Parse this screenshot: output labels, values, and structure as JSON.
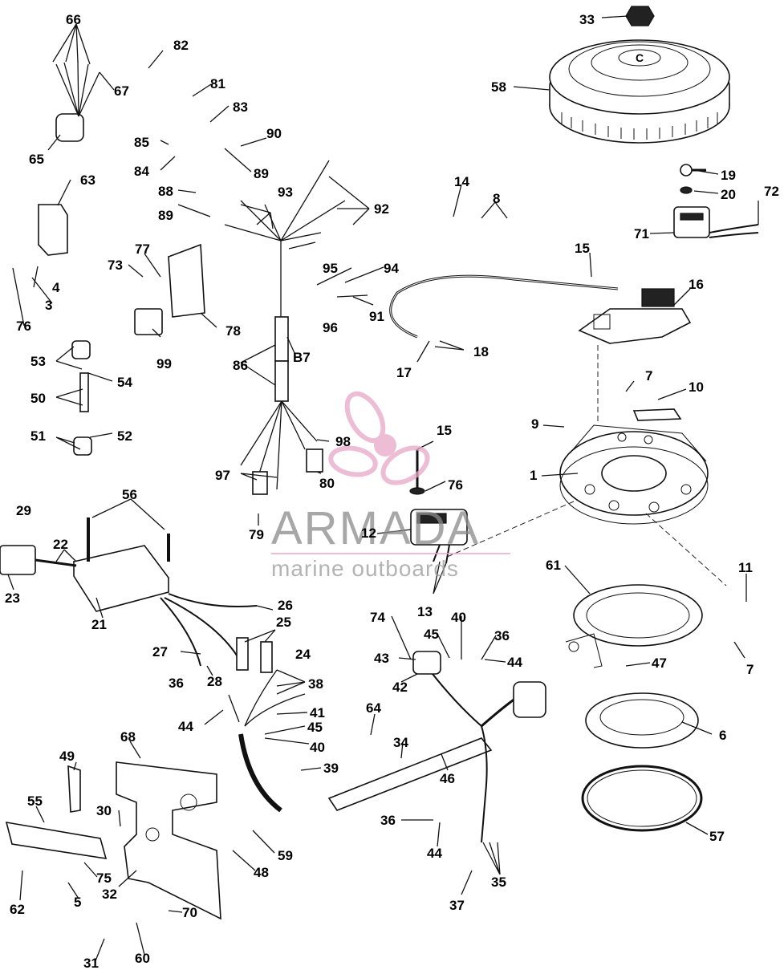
{
  "watermark": {
    "brand": "ARMADA",
    "tagline": "marine outboards",
    "accent": "#e8a7c8"
  },
  "labels": {
    "p1": "1",
    "p3": "3",
    "p4": "4",
    "p5": "5",
    "p6": "6",
    "p7a": "7",
    "p7b": "7",
    "p8": "8",
    "p9": "9",
    "p10": "10",
    "p11": "11",
    "p12": "12",
    "p13": "13",
    "p14": "14",
    "p15a": "15",
    "p15b": "15",
    "p16": "16",
    "p17": "17",
    "p18": "18",
    "p19": "19",
    "p20": "20",
    "p21": "21",
    "p22": "22",
    "p23": "23",
    "p24": "24",
    "p25": "25",
    "p26": "26",
    "p27": "27",
    "p28": "28",
    "p29": "29",
    "p30": "30",
    "p31": "31",
    "p32": "32",
    "p33": "33",
    "p34": "34",
    "p35": "35",
    "p36a": "36",
    "p36b": "36",
    "p36c": "36",
    "p37": "37",
    "p38": "38",
    "p39": "39",
    "p40a": "40",
    "p40b": "40",
    "p41": "41",
    "p42": "42",
    "p43": "43",
    "p44a": "44",
    "p44b": "44",
    "p44c": "44",
    "p45a": "45",
    "p45b": "45",
    "p46": "46",
    "p47": "47",
    "p48": "48",
    "p49": "49",
    "p50": "50",
    "p51": "51",
    "p52": "52",
    "p53": "53",
    "p54": "54",
    "p55": "55",
    "p56": "56",
    "p57": "57",
    "p58": "58",
    "p59": "59",
    "p60": "60",
    "p61": "61",
    "p62": "62",
    "p63": "63",
    "p64": "64",
    "p65": "65",
    "p66": "66",
    "p67": "67",
    "p68": "68",
    "p70": "70",
    "p71": "71",
    "p72": "72",
    "p73": "73",
    "p74": "74",
    "p75": "75",
    "p76a": "76",
    "p76b": "76",
    "p77": "77",
    "p78": "78",
    "p79": "79",
    "p80": "80",
    "p81": "81",
    "p82": "82",
    "p83": "83",
    "p84": "84",
    "p85": "85",
    "p86": "86",
    "p87": "B7",
    "p88": "88",
    "p89a": "89",
    "p89b": "89",
    "p90": "90",
    "p91": "91",
    "p92": "92",
    "p93": "93",
    "p94": "94",
    "p95": "95",
    "p96": "96",
    "p97": "97",
    "p98": "98",
    "p99": "99"
  }
}
